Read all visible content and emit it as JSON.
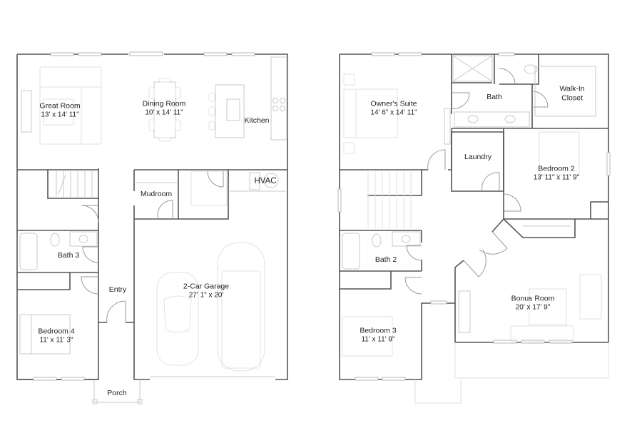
{
  "floor_plan": {
    "first_floor": {
      "rooms": [
        {
          "name": "Great Room",
          "dim": "13' x 14' 11\""
        },
        {
          "name": "Dining Room",
          "dim": "10' x 14' 11\""
        },
        {
          "name": "Kitchen",
          "dim": ""
        },
        {
          "name": "HVAC",
          "dim": ""
        },
        {
          "name": "Mudroom",
          "dim": ""
        },
        {
          "name": "Bath 3",
          "dim": ""
        },
        {
          "name": "Entry",
          "dim": ""
        },
        {
          "name": "2-Car Garage",
          "dim": "27' 1\" x 20'"
        },
        {
          "name": "Bedroom 4",
          "dim": "11' x 11' 3\""
        },
        {
          "name": "Porch",
          "dim": ""
        }
      ]
    },
    "second_floor": {
      "rooms": [
        {
          "name": "Owner's Suite",
          "dim": "14' 6\" x 14' 11\""
        },
        {
          "name": "Bath",
          "dim": ""
        },
        {
          "name": "Walk-In Closet",
          "name_line1": "Walk-In",
          "name_line2": "Closet",
          "dim": ""
        },
        {
          "name": "Laundry",
          "dim": ""
        },
        {
          "name": "Bedroom 2",
          "dim": "13' 11\" x 11' 9\""
        },
        {
          "name": "Bath 2",
          "dim": ""
        },
        {
          "name": "Bonus Room",
          "dim": "20' x 17' 9\""
        },
        {
          "name": "Bedroom 3",
          "dim": "11' x 11' 9\""
        }
      ]
    }
  }
}
